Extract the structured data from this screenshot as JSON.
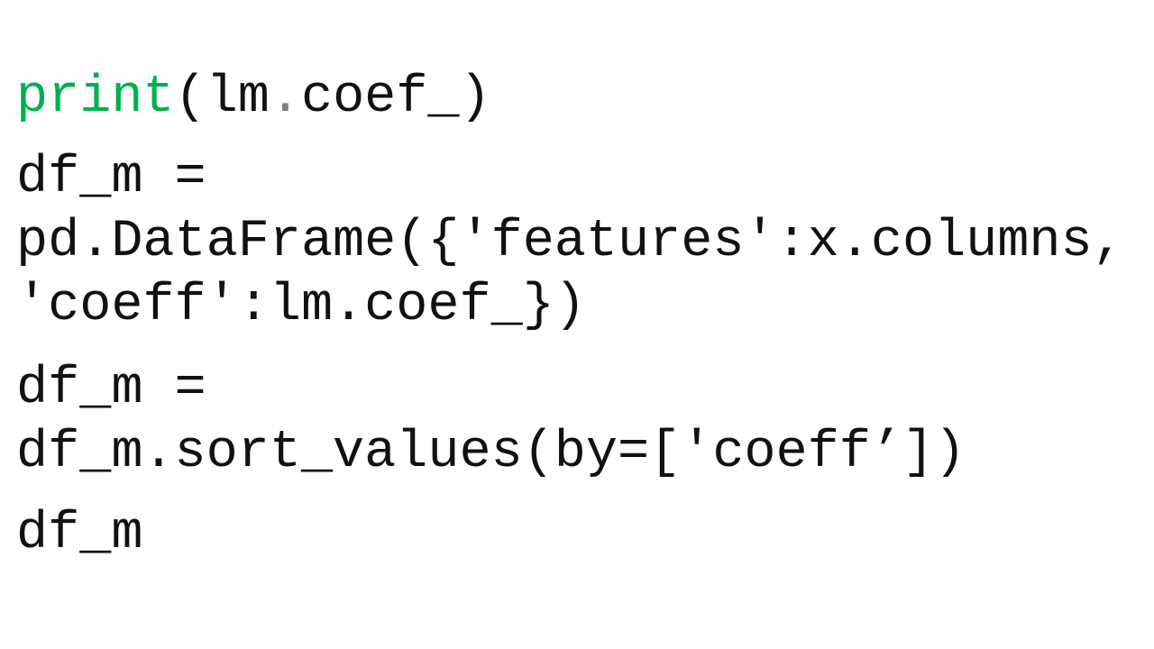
{
  "colors": {
    "background": "#ffffff",
    "text": "#111111",
    "keyword": "#00b050",
    "punct_gray": "#7f7f7f"
  },
  "code": {
    "line1": {
      "keyword": "print",
      "open": "(lm",
      "dot": ".",
      "rest": "coef_)"
    },
    "line2": "df_m =",
    "line3": "pd.DataFrame({'features':x.columns,",
    "line4": "'coeff':lm.coef_})",
    "line5": "df_m =",
    "line6": "df_m.sort_values(by=['coeff’])",
    "line7": "df_m"
  }
}
